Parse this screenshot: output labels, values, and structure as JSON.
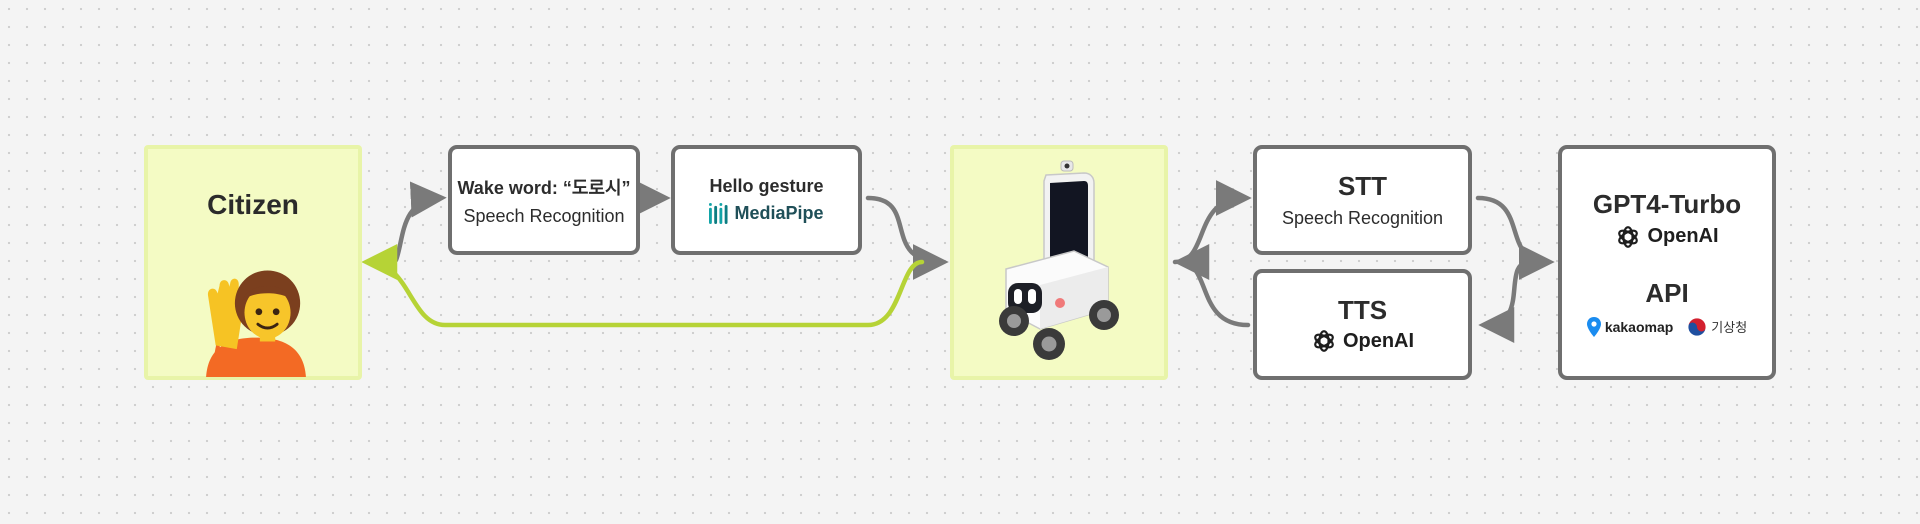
{
  "citizen": {
    "title": "Citizen"
  },
  "wake": {
    "title": "Wake word: “도로시”",
    "subtitle": "Speech Recognition"
  },
  "gesture": {
    "title": "Hello gesture",
    "logo_text": "MediaPipe"
  },
  "stt": {
    "title": "STT",
    "subtitle": "Speech Recognition"
  },
  "tts": {
    "title": "TTS",
    "logo_text": "OpenAI"
  },
  "llm": {
    "title": "GPT4-Turbo",
    "logo_text": "OpenAI",
    "api_title": "API",
    "api_logos": {
      "kakao": "kakaomap",
      "kma": "기상청"
    }
  },
  "colors": {
    "accent_green": "#b6d336",
    "arrow_gray": "#7a7a7a",
    "panel_yellow": "#f4fbc4"
  },
  "icons": [
    "person-raising-hand-icon",
    "robot-icon",
    "mediapipe-icon",
    "openai-icon",
    "map-pin-icon",
    "taegeuk-icon"
  ]
}
